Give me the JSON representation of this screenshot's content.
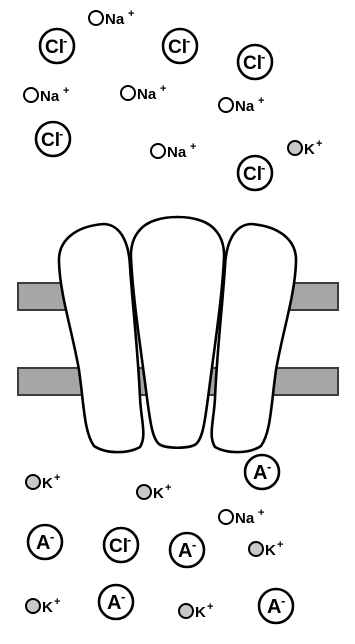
{
  "diagram": {
    "colors": {
      "background": "#ffffff",
      "membrane_band": "#a6a6a6",
      "membrane_edge": "#3c3c3c",
      "channel_fill": "#ffffff",
      "channel_stroke": "#000000",
      "potassium_fill": "#c8c8c8"
    },
    "ions": {
      "cl": {
        "base": "Cl",
        "charge": "-"
      },
      "na": {
        "base": "Na",
        "charge": "+"
      },
      "k": {
        "base": "K",
        "charge": "+"
      },
      "a": {
        "base": "A",
        "charge": "-"
      }
    }
  }
}
